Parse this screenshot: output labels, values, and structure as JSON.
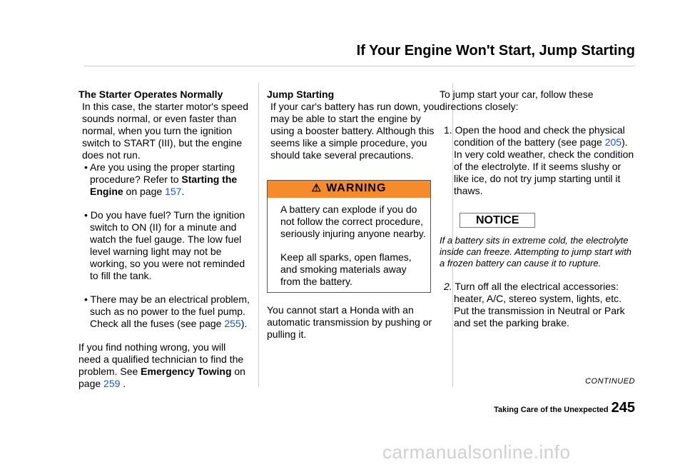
{
  "header": {
    "title": "If Your Engine Won't Start, Jump Starting"
  },
  "col1": {
    "heading": "The Starter Operates Normally",
    "intro": "In this case, the starter motor's speed sounds normal, or even faster than normal, when you turn the ignition switch to START (III), but the engine does not run.",
    "b1_pre": "Are you using the proper starting procedure? Refer to ",
    "b1_bold": "Starting the Engine",
    "b1_mid": " on page ",
    "b1_link": "157",
    "b1_post": ".",
    "b2": "Do you have fuel? Turn the ignition switch to ON (II) for a minute and watch the fuel gauge. The low fuel level warning light may not be working, so you were not reminded to fill the tank.",
    "b3_pre": "There may be an electrical problem, such as no power to the fuel pump. Check all the fuses (see page ",
    "b3_link": "255",
    "b3_post": ").",
    "end_pre": "If you find nothing wrong, you will need a qualified technician to find the problem. See ",
    "end_bold": "Emergency Towing",
    "end_mid": " on page ",
    "end_link": "259",
    "end_post": " ."
  },
  "col2": {
    "heading": "Jump Starting",
    "intro": "If your car's battery has run down, you may be able to start the engine by using a booster battery. Although this seems like a simple procedure, you should take several precautions.",
    "warning_label": "WARNING",
    "warning_p1": "A battery can explode if you do not follow the correct procedure, seriously injuring anyone nearby.",
    "warning_p2": "Keep all sparks, open flames, and smoking materials away from the battery.",
    "outro": "You cannot start a Honda with an automatic transmission by pushing or pulling it."
  },
  "col3": {
    "intro": "To jump start your car, follow these directions closely:",
    "s1_pre": "1. Open the hood and check the physical condition of the battery (see page ",
    "s1_link": "205",
    "s1_post": "). In very cold weather, check the condition of the electrolyte. If it seems slushy or like ice, do not try jump starting until it thaws.",
    "notice_label": "NOTICE",
    "notice_text": "If a battery sits in extreme cold, the electrolyte inside can freeze. Attempting to jump start with a frozen battery can cause it to rupture.",
    "s2_num": "2.",
    "s2_text": " Turn off all the electrical accessories: heater, A/C, stereo system, lights, etc.",
    "s2_extra": "Put the transmission in Neutral or Park and set the parking brake."
  },
  "footer": {
    "continued": "CONTINUED",
    "section": "Taking Care of the Unexpected",
    "page_number": "245"
  },
  "watermark": "carmanualsonline.info",
  "colors": {
    "warning_banner": "#f58b2a",
    "link": "#1a56c8"
  }
}
